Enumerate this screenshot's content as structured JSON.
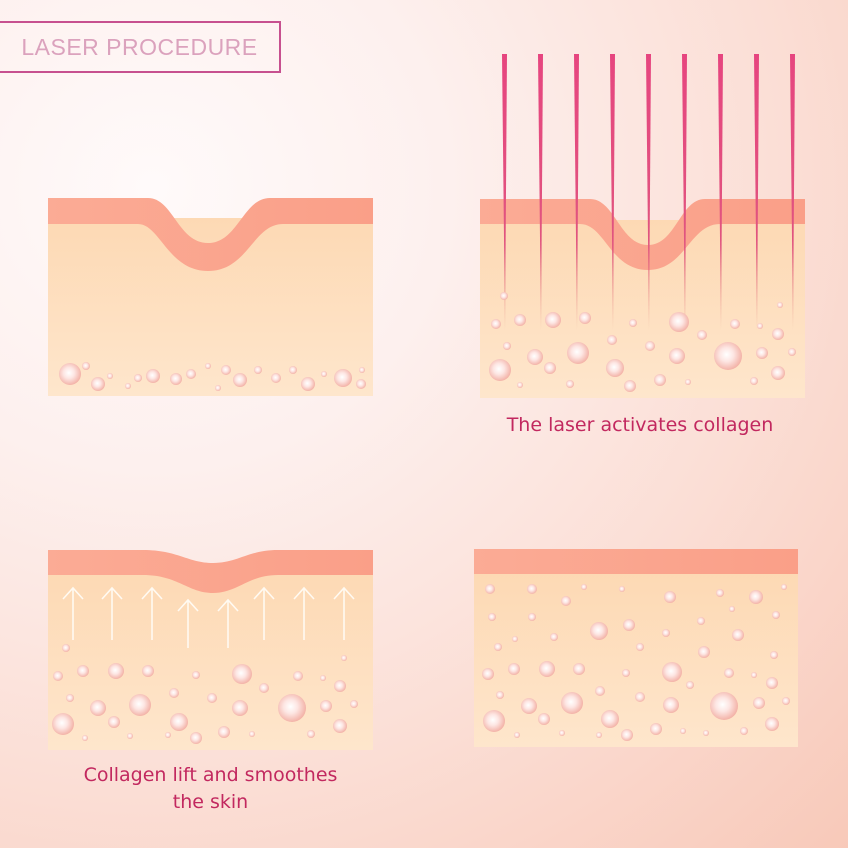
{
  "title": "LASER PROCEDURE",
  "colors": {
    "accent_border": "#c7508f",
    "title_text": "#dba2bd",
    "caption_text": "#c2285f",
    "epidermis": "#fbab94",
    "dermis": "#fdddb8",
    "laser": "#e0487f",
    "arrow": "#fffaf2"
  },
  "panels": [
    {
      "id": "wrinkle",
      "caption": ""
    },
    {
      "id": "laser",
      "caption": "The laser activates collagen",
      "laser_beam_count": 9
    },
    {
      "id": "lift",
      "caption_line1": "Collagen lift and smoothes",
      "caption_line2": "the skin",
      "arrow_count": 8
    },
    {
      "id": "smooth",
      "caption": ""
    }
  ]
}
